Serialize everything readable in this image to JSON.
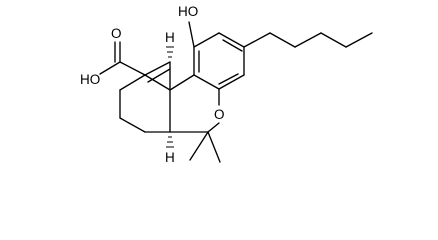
{
  "molecule": {
    "labels": {
      "hydroxyl": "HO",
      "carboxyl_oh": "HO",
      "carboxyl_o": "O",
      "ring_oxygen": "O",
      "stereo_h_top": "H",
      "stereo_h_bottom": "H"
    },
    "colors": {
      "bond": "#000000",
      "text": "#000000",
      "background": "#ffffff"
    }
  }
}
